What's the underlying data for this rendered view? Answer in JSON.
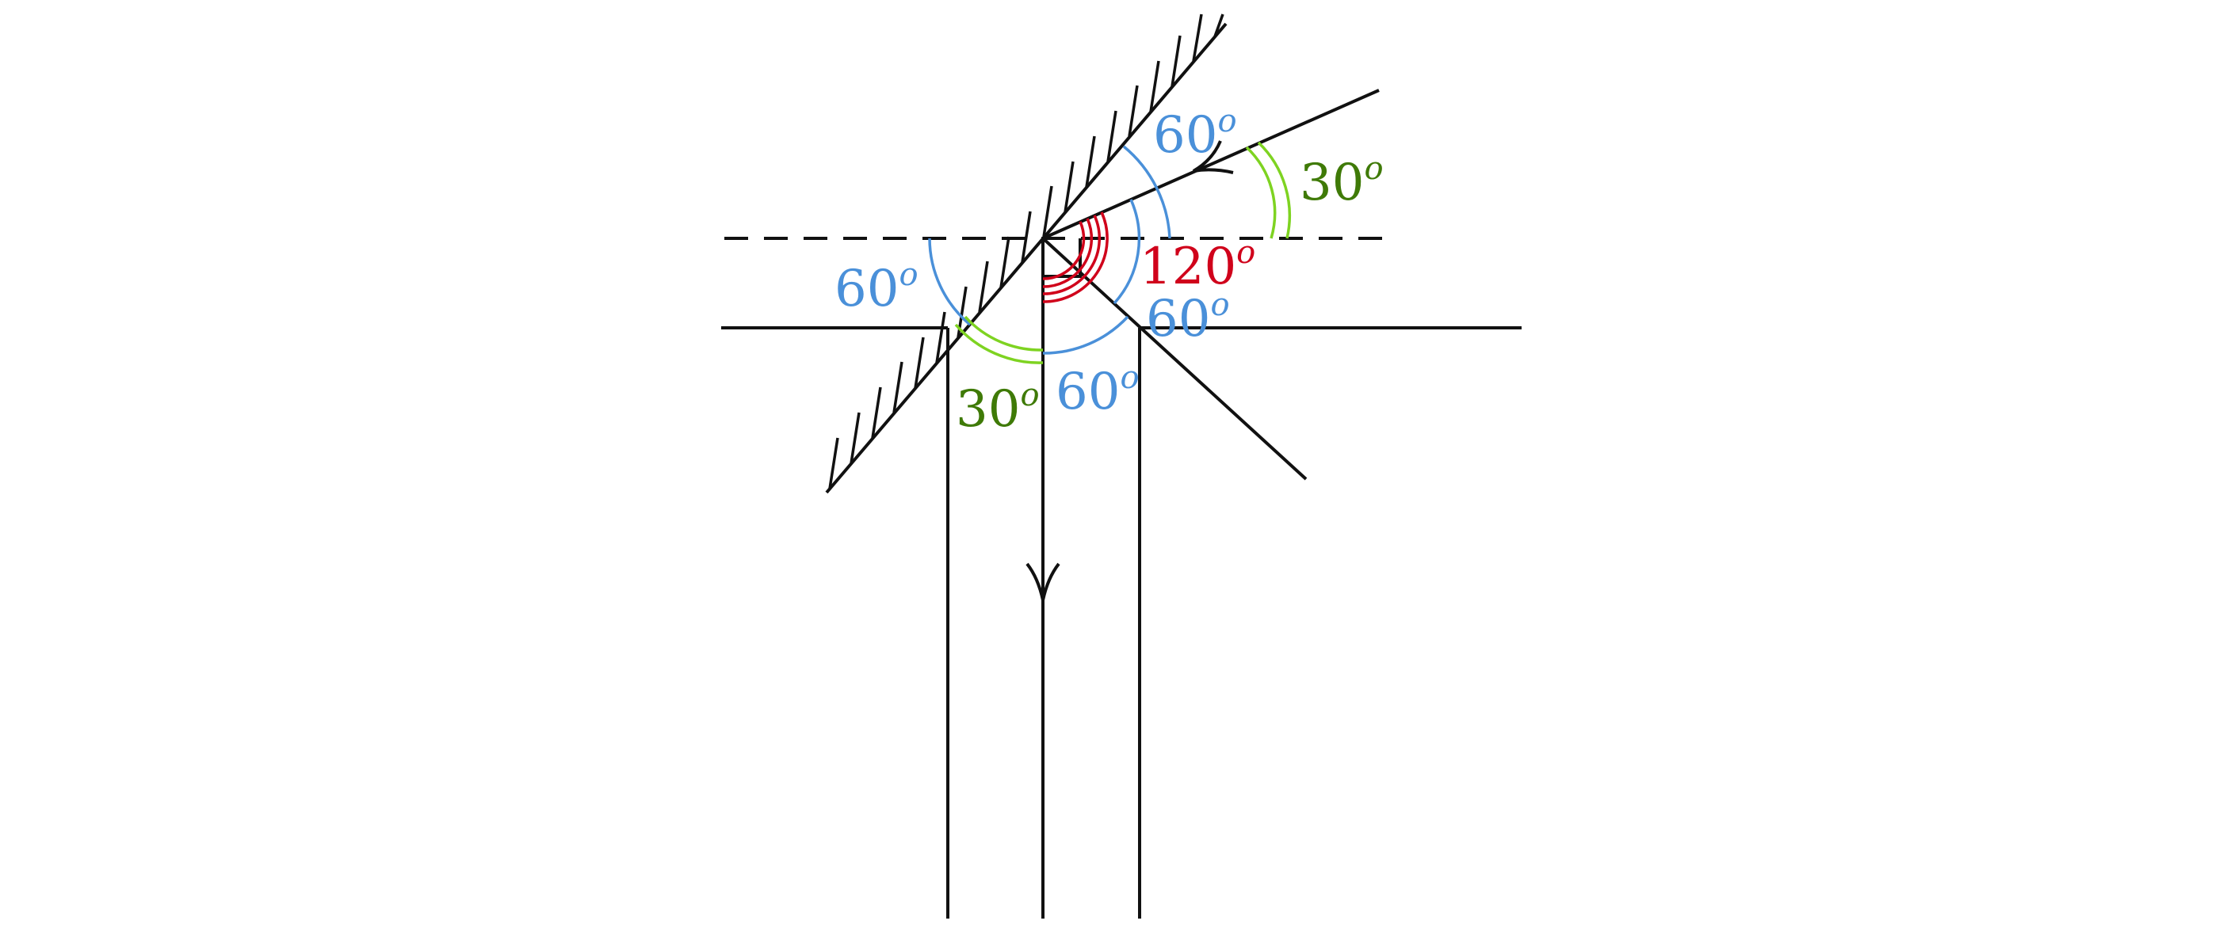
{
  "colors": {
    "line": "#111111",
    "angle_blue": "#4a90d9",
    "angle_green_arc": "#7ed321",
    "angle_green_text": "#3f7a07",
    "angle_red": "#d0021b"
  },
  "labels": {
    "angle_60_top": {
      "value": "60",
      "degree": "o"
    },
    "angle_30_right": {
      "value": "30",
      "degree": "o"
    },
    "angle_120": {
      "value": "120",
      "degree": "o"
    },
    "angle_60_right": {
      "value": "60",
      "degree": "o"
    },
    "angle_60_left": {
      "value": "60",
      "degree": "o"
    },
    "angle_30_bottom": {
      "value": "30",
      "degree": "o"
    },
    "angle_60_bottom": {
      "value": "60",
      "degree": "o"
    }
  }
}
